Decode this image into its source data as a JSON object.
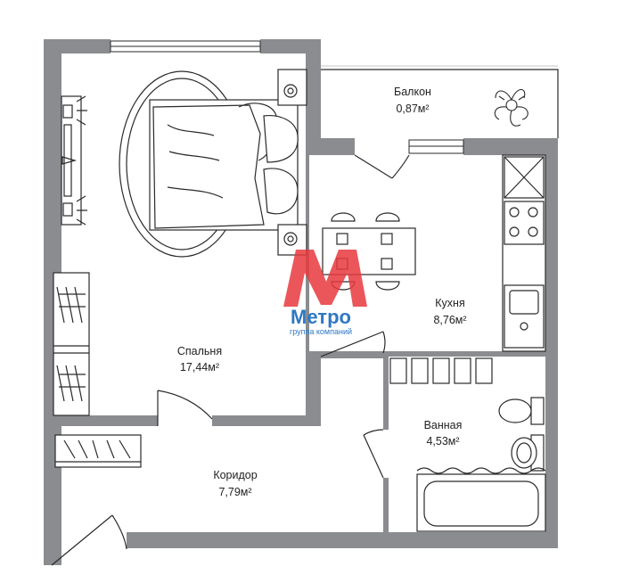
{
  "rooms": {
    "balcony": {
      "name": "Балкон",
      "area": "0,87м²"
    },
    "kitchen": {
      "name": "Кухня",
      "area": "8,76м²"
    },
    "bedroom": {
      "name": "Спальня",
      "area": "17,44м²"
    },
    "bathroom": {
      "name": "Ванная",
      "area": "4,53м²"
    },
    "corridor": {
      "name": "Коридор",
      "area": "7,79м²"
    }
  },
  "logo": {
    "name": "Метро",
    "tagline": "группа компаний"
  },
  "colors": {
    "wall": "#8a8c8f",
    "line": "#2a2a2a",
    "logo_red": "#e8383d",
    "logo_blue": "#2f78c4"
  }
}
